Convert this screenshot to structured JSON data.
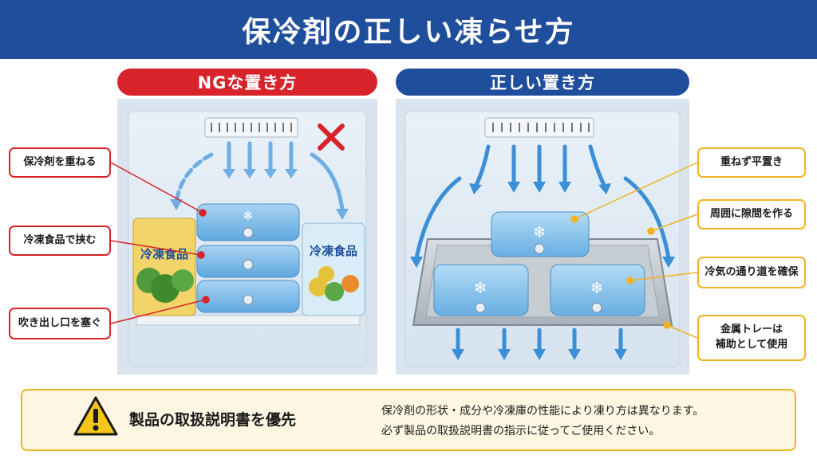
{
  "title": "保冷剤の正しい凍らせ方",
  "left_panel": {
    "label": "NGな置き方",
    "mark": "×",
    "food_bag_left_text": "冷凍食品",
    "food_bag_right_text": "冷凍食品",
    "callouts": [
      "保冷剤を重ねる",
      "冷凍食品で挟む",
      "吹き出し口を塞ぐ"
    ]
  },
  "right_panel": {
    "label": "正しい置き方",
    "callouts": [
      "重ねず平置き",
      "周囲に隙間を作る",
      "冷気の通り道を確保",
      "金属トレーは",
      "補助として使用"
    ]
  },
  "notice": {
    "title": "製品の取扱説明書を優先",
    "line1": "保冷剤の形状・成分や冷凍庫の性能により凍り方は異なります。",
    "line2": "必ず製品の取扱説明書の指示に従ってご使用ください。"
  },
  "colors": {
    "title_bg": "#1f4e9c",
    "ng_red": "#d8232a",
    "ok_blue": "#1f4e9c",
    "callout_yellow": "#f0b323",
    "airflow_blue": "#3a8fd6",
    "notice_bg": "#fdf6e3"
  },
  "icons": [
    "cross-mark-icon",
    "snowflake-icon",
    "warning-icon",
    "arrow-icon"
  ]
}
